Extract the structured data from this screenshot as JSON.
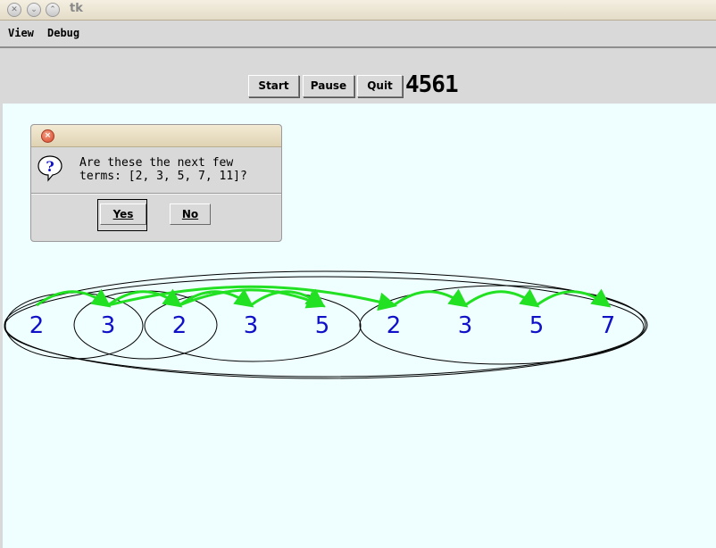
{
  "window": {
    "title": "tk"
  },
  "menubar": {
    "items": [
      "View",
      "Debug"
    ]
  },
  "toolbar": {
    "start_label": "Start",
    "pause_label": "Pause",
    "quit_label": "Quit",
    "counter": "4561"
  },
  "dialog": {
    "message_line1": "Are these the next few",
    "message_line2": "terms: [2, 3, 5, 7, 11]?",
    "yes_label": "Yes",
    "no_label": "No",
    "icon": "question-icon"
  },
  "canvas": {
    "background": "#effefe",
    "number_color": "#1010c8",
    "arrow_color": "#22e022",
    "terms": [
      "2",
      "3",
      "2",
      "3",
      "5",
      "2",
      "3",
      "5",
      "7"
    ]
  }
}
